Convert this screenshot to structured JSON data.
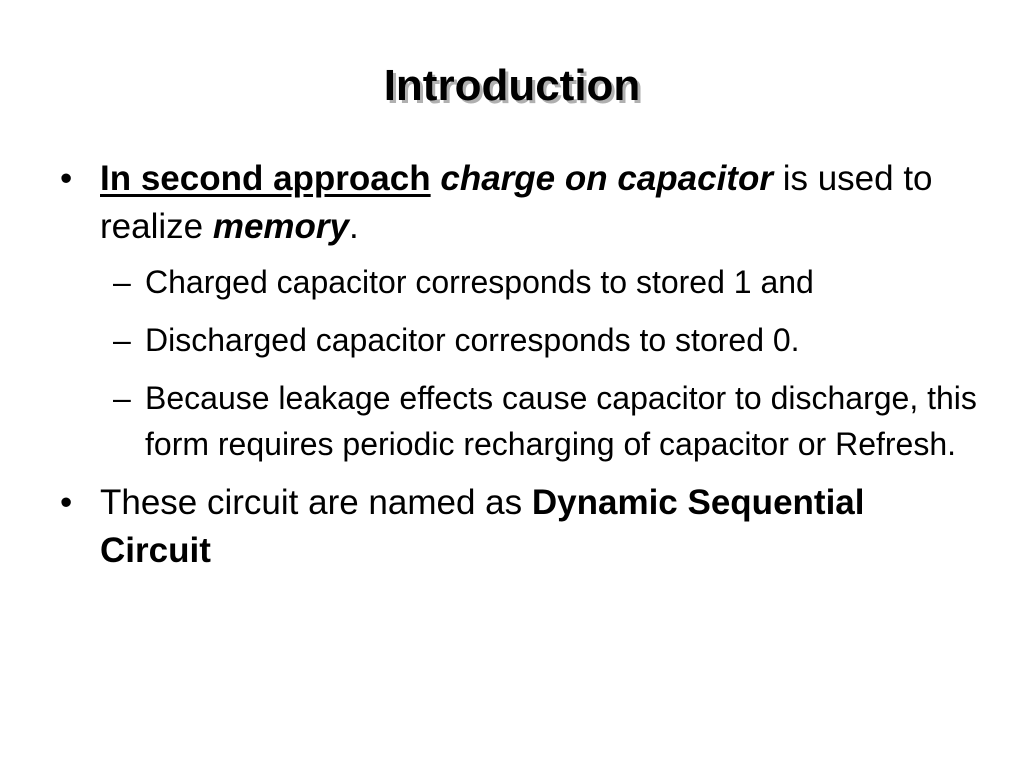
{
  "slide": {
    "title": "Introduction",
    "bullets": [
      {
        "marker": "•",
        "parts": {
          "p1": "In second approach",
          "p2": " ",
          "p3": "charge on capacitor",
          "p4": " is used to realize ",
          "p5": "memory",
          "p6": "."
        },
        "sub_bullets": [
          {
            "marker": "–",
            "text": "Charged capacitor corresponds to stored 1 and"
          },
          {
            "marker": "–",
            "text": "Discharged capacitor corresponds to stored 0."
          },
          {
            "marker": "–",
            "text": "Because leakage effects cause capacitor to discharge, this form requires periodic recharging of capacitor or Refresh."
          }
        ]
      },
      {
        "marker": "•",
        "parts": {
          "p1": "These circuit are named as ",
          "p2": "Dynamic Sequential Circuit"
        }
      }
    ]
  }
}
